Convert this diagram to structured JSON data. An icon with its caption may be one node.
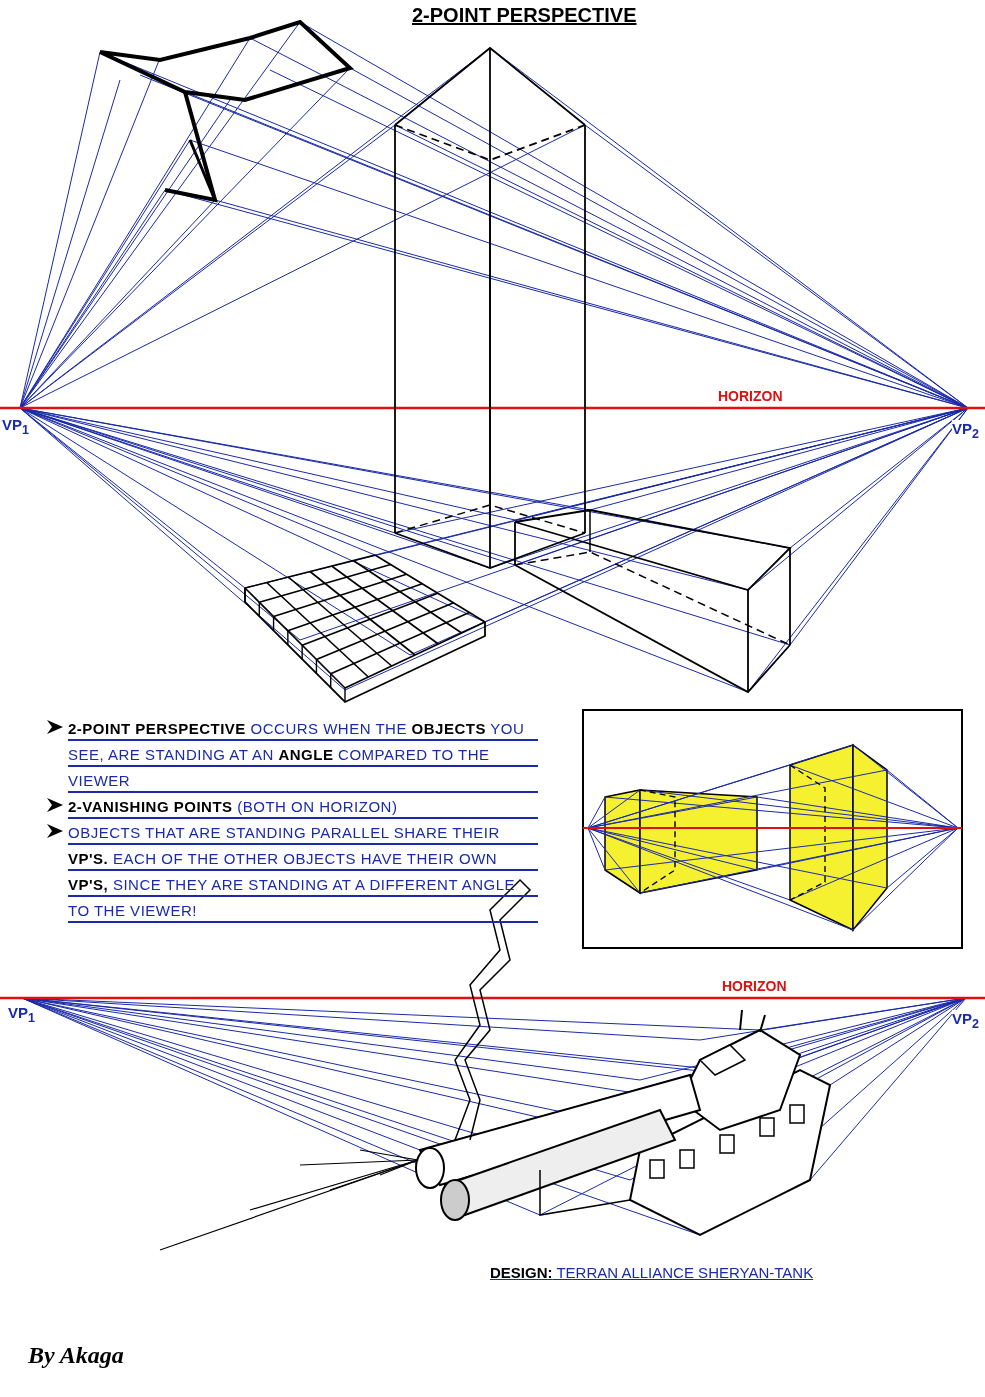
{
  "diagram": {
    "title": "2-POINT PERSPECTIVE",
    "labels": [
      "HORIZON",
      "VP$_{1}$",
      "VP$_{2}$",
      "**2-POINT PERSPECTIVE** OCCURS WHEN THE **OBJECTS** YOU SEE, ARE STANDING AT AN **ANGLE** COMPARED TO THE VIEWER",
      "**2-VANISHING POINTS** (BOTH ON HORIZON)",
      "OBJECTS THAT ARE STANDING PARALLEL SHARE THEIR **VP'S.** EACH OF THE OTHER OBJECTS HAVE THEIR OWN **VP'S,** SINCE THEY ARE STANDING AT A DIFFERENT ANGLE TO THE VIEWER!",
      "HORIZON",
      "VP$_{1}$",
      "VP$_{2}$",
      "**DESIGN:** TERRAN ALLIANCE SHERYAN-TANK",
      "By Akaga"
    ]
  }
}
